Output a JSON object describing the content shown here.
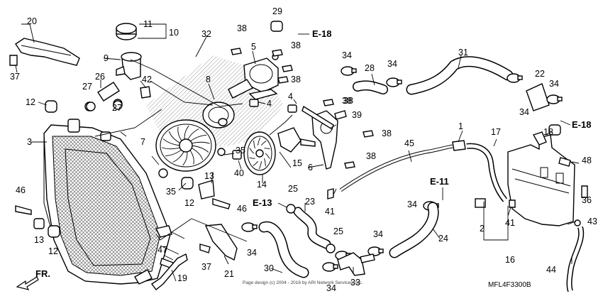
{
  "diagram": {
    "diagram_code": "MFL4F3300B",
    "copyright": "Page design (c) 2004 - 2016 by ARI Network Services, Inc.",
    "front_label": "FR.",
    "references": [
      "E-18",
      "E-18",
      "E-11",
      "E-13"
    ],
    "callouts": [
      "1",
      "2",
      "3",
      "4",
      "4",
      "5",
      "6",
      "7",
      "8",
      "9",
      "10",
      "11",
      "12",
      "12",
      "12",
      "13",
      "13",
      "14",
      "15",
      "16",
      "17",
      "18",
      "19",
      "20",
      "21",
      "22",
      "23",
      "24",
      "25",
      "25",
      "26",
      "27",
      "27",
      "28",
      "29",
      "30",
      "31",
      "32",
      "33",
      "34",
      "34",
      "34",
      "34",
      "34",
      "34",
      "34",
      "34",
      "35",
      "35",
      "36",
      "37",
      "37",
      "38",
      "38",
      "38",
      "38",
      "38",
      "38",
      "38",
      "39",
      "40",
      "41",
      "41",
      "42",
      "43",
      "44",
      "45",
      "46",
      "46",
      "47",
      "48"
    ]
  }
}
